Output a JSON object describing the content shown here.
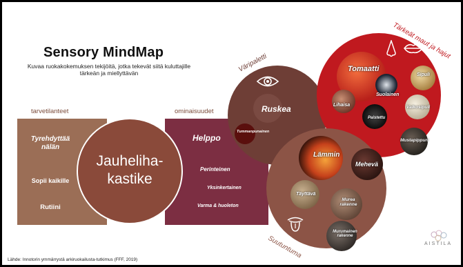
{
  "title": "Sensory MindMap",
  "subtitle": "Kuvaa ruokakokemuksen tekijöitä, jotka tekevät siitä kuluttajille tärkeän ja miellyttävän",
  "left_header": "tarvetilanteet",
  "right_header": "ominaisuudet",
  "center_label": "Jauheliha-kastike",
  "left_items": [
    "Tyrehdyttää nälän",
    "Sopii kaikille",
    "Rutiini"
  ],
  "right_items": [
    "Helppo",
    "Perinteinen",
    "Yksinkertainen",
    "Varma & huoleton"
  ],
  "color_circle": {
    "label": "Väripaletti",
    "main": "Ruskea",
    "sub": "Tummanpunainen"
  },
  "taste_circle": {
    "label": "Tärkeät maut ja hajut",
    "items": [
      "Tomaatti",
      "Sipuli",
      "Suolainen",
      "Lihaisa",
      "Paistettu",
      "Valkosipuli",
      "Mustapippuri"
    ]
  },
  "mouth_circle": {
    "label": "Suutuntuma",
    "items": [
      "Lämmin",
      "Mehevä",
      "Täyttävä",
      "Murea rakenne",
      "Murumainen rakenne"
    ]
  },
  "source": "Lähde: Innotorin ymmärrystä arkiruokailusta-tutkimus (FFF, 2019)",
  "brand": "AISTILA",
  "colors": {
    "left": "#9b6e56",
    "right": "#7c2e42",
    "center": "#8a4a3a",
    "taste": "#c0191f",
    "color_c": "#6e3e36",
    "mouth": "#8c5446"
  }
}
